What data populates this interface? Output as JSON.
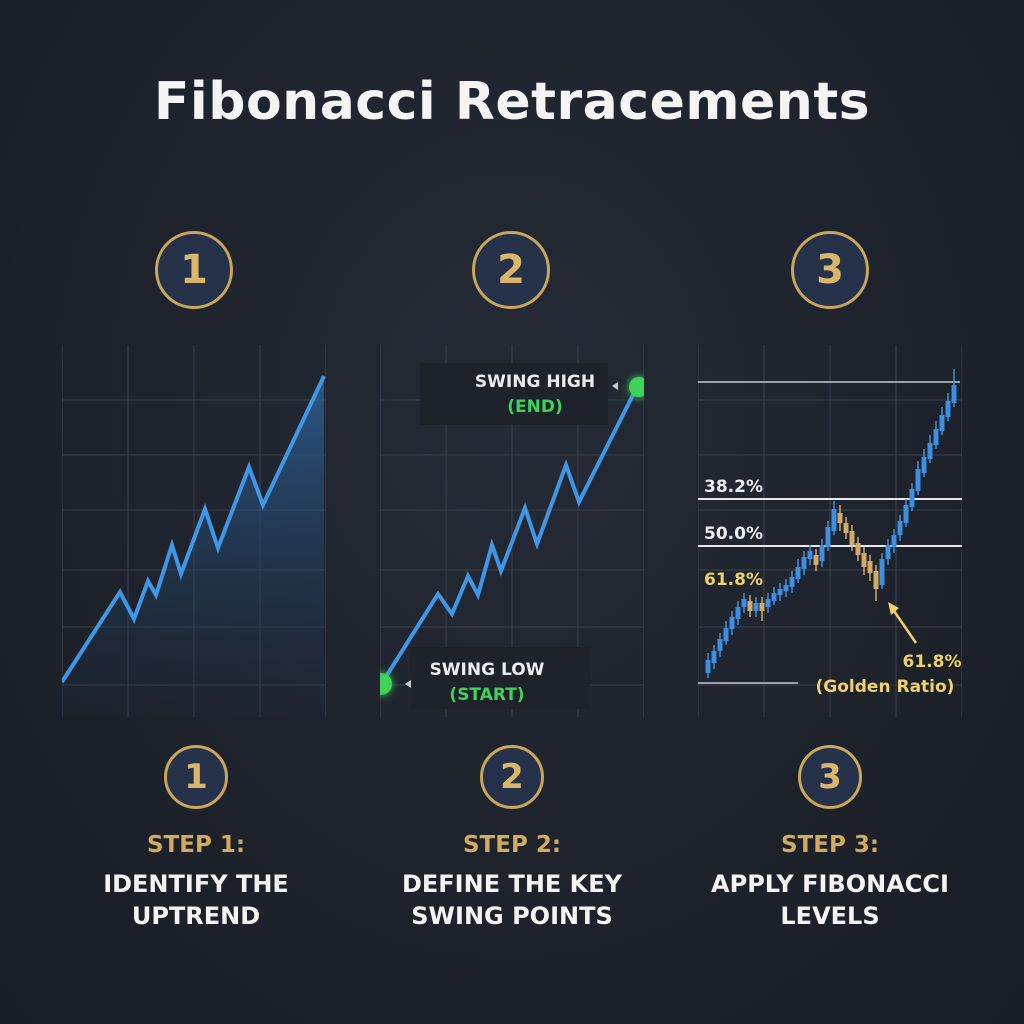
{
  "title": "Fibonacci Retracements",
  "steps": [
    {
      "number": "1",
      "label": "STEP 1:",
      "desc_line1": "IDENTIFY THE",
      "desc_line2": "UPTREND"
    },
    {
      "number": "2",
      "label": "STEP 2:",
      "desc_line1": "DEFINE THE KEY",
      "desc_line2": "SWING POINTS"
    },
    {
      "number": "3",
      "label": "STEP 3:",
      "desc_line1": "APPLY FIBONACCI",
      "desc_line2": "LEVELS"
    }
  ],
  "panel2": {
    "swing_high": "SWING HIGH",
    "swing_high_sub": "(END)",
    "swing_low": "SWING LOW",
    "swing_low_sub": "(START)"
  },
  "panel3": {
    "levels": [
      "38.2%",
      "50.0%",
      "61.8%"
    ],
    "golden_value": "61.8%",
    "golden_name": "(Golden Ratio)"
  },
  "colors": {
    "line": "#3f97e6",
    "green": "#3fd35a",
    "gold": "#f1d16a",
    "bull": "#3f8fe0",
    "bear": "#d2ab6a"
  }
}
